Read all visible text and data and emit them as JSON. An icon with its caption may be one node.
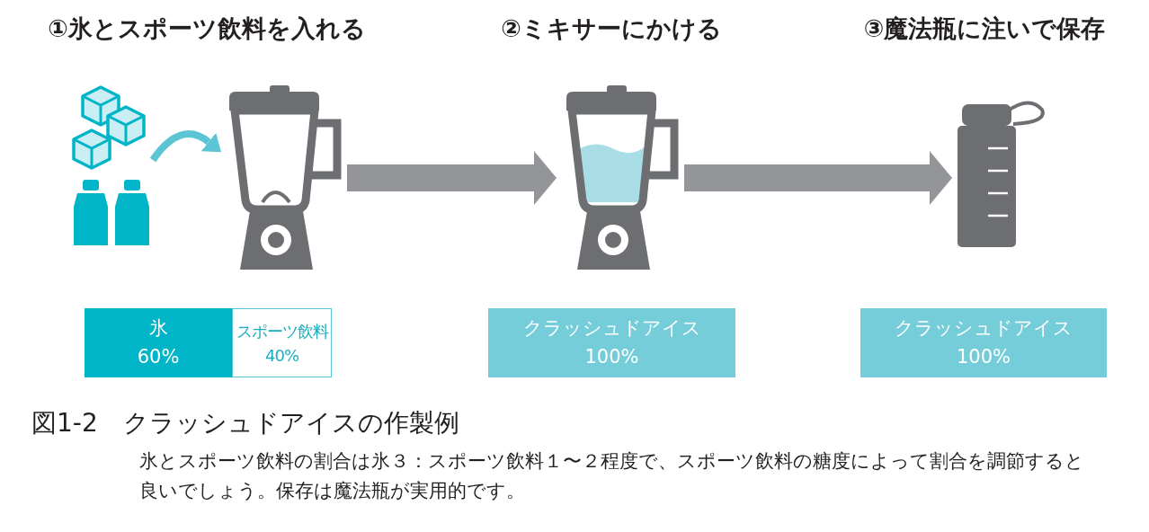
{
  "diagram": {
    "title": "図1-2　クラッシュドアイスの作製例",
    "caption": "氷とスポーツ飲料の割合は氷３：スポーツ飲料１〜２程度で、スポーツ飲料の糖度によって割合を調節すると良いでしょう。保存は魔法瓶が実用的です。",
    "nodes": [
      {
        "text": [],
        "shape": "picture"
      },
      {
        "text": [],
        "shape": "picture"
      },
      {
        "text": [],
        "shape": "picture"
      },
      {
        "text": [],
        "shape": "picture"
      },
      {
        "text": [
          "氷",
          "60%"
        ]
      },
      {
        "text": [
          "スポーツ飲料",
          "40%"
        ]
      },
      {
        "text": [
          "クラッシュドアイス",
          "100%"
        ]
      },
      {
        "text": [
          "クラッシュドアイス",
          "100%"
        ]
      }
    ],
    "edges": [
      {
        "from": 0,
        "to": 1,
        "arrow": "to",
        "color": "#5bc5d5"
      },
      {
        "from": 1,
        "to": 2,
        "arrow": "to"
      },
      {
        "from": 2,
        "to": 3,
        "arrow": "to"
      }
    ],
    "labels": [
      "①氷とスポーツ飲料を入れる",
      "②ミキサーにかける",
      "③魔法瓶に注いで保存"
    ]
  }
}
